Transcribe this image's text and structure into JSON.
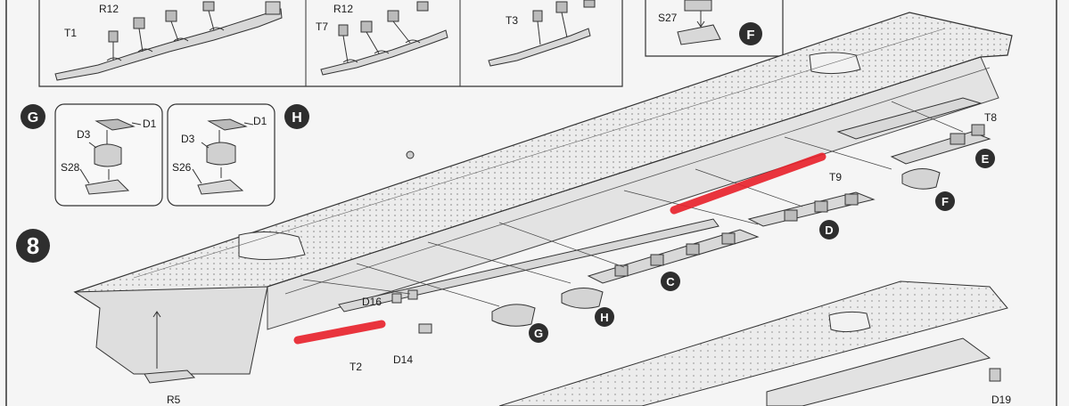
{
  "step": {
    "number": "8"
  },
  "badges": {
    "g_box": "G",
    "h_box": "H",
    "f_top": "F",
    "e": "E",
    "f": "F",
    "d": "D",
    "c": "C",
    "h": "H",
    "g": "G"
  },
  "labels": {
    "r12_a": "R12",
    "t1": "T1",
    "r12_b": "R12",
    "t7": "T7",
    "t3": "T3",
    "s27": "S27",
    "d3_g": "D3",
    "d1_g": "D1",
    "s28": "S28",
    "d3_h": "D3",
    "d1_h": "D1",
    "s26": "S26",
    "t8": "T8",
    "t9": "T9",
    "d16": "D16",
    "d14": "D14",
    "t2": "T2",
    "r5": "R5",
    "d19": "D19"
  },
  "colors": {
    "highlight": "#e8202a",
    "badge_fill": "#2e2e2e",
    "line": "#333333"
  }
}
